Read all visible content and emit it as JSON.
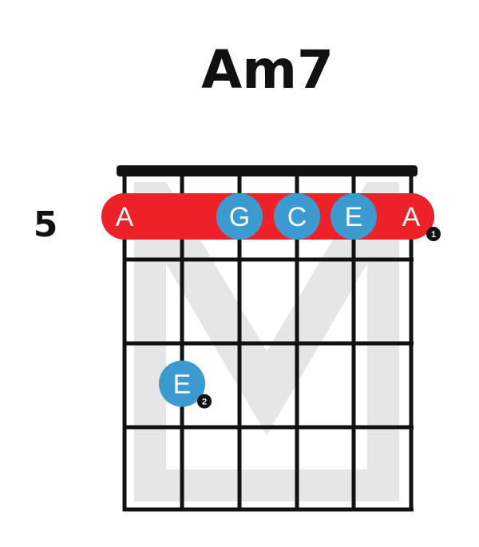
{
  "chord": {
    "name": "Am7",
    "starting_fret": "5"
  },
  "colors": {
    "barre": "#ee2028",
    "chord_tone": "#ee2028",
    "other_tone": "#3b9bd1",
    "grid": "#111111",
    "watermark": "#e6e6e6",
    "finger_badge": "#111111"
  },
  "watermark": {
    "logo": "M"
  },
  "barre": {
    "fret": 1,
    "from_string": 6,
    "to_string": 1,
    "finger": "1"
  },
  "notes": [
    {
      "string": 6,
      "fret": 1,
      "label": "A",
      "color": "red"
    },
    {
      "string": 4,
      "fret": 1,
      "label": "G",
      "color": "blue"
    },
    {
      "string": 3,
      "fret": 1,
      "label": "C",
      "color": "blue"
    },
    {
      "string": 2,
      "fret": 1,
      "label": "E",
      "color": "blue"
    },
    {
      "string": 1,
      "fret": 1,
      "label": "A",
      "color": "red",
      "finger": "1"
    },
    {
      "string": 5,
      "fret": 3,
      "label": "E",
      "color": "blue",
      "finger": "2"
    }
  ]
}
